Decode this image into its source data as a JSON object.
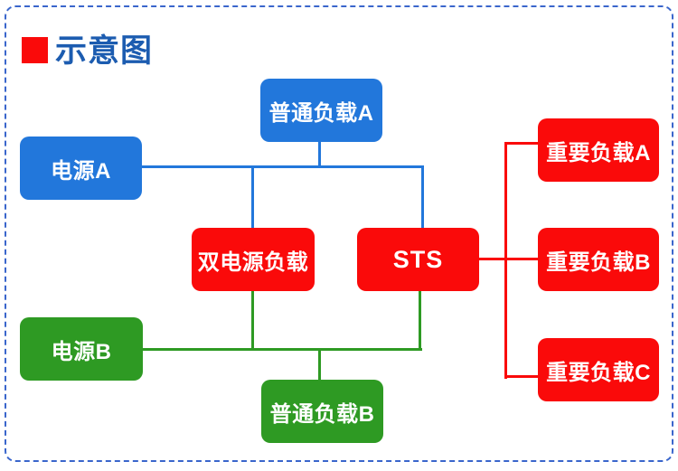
{
  "title": {
    "label": "示意图"
  },
  "nodes": {
    "normal_load_a": {
      "label": "普通负载A",
      "color": "blue"
    },
    "power_a": {
      "label": "电源A",
      "color": "blue"
    },
    "dual_power_load": {
      "label": "双电源负载",
      "color": "red"
    },
    "sts": {
      "label": "STS",
      "color": "red"
    },
    "power_b": {
      "label": "电源B",
      "color": "green"
    },
    "normal_load_b": {
      "label": "普通负载B",
      "color": "green"
    },
    "important_load_a": {
      "label": "重要负载A",
      "color": "red"
    },
    "important_load_b": {
      "label": "重要负载B",
      "color": "red"
    },
    "important_load_c": {
      "label": "重要负载C",
      "color": "red"
    }
  },
  "edges": [
    {
      "from": "power_a",
      "to": "normal_load_a",
      "color": "blue"
    },
    {
      "from": "power_a",
      "to": "dual_power_load",
      "color": "blue"
    },
    {
      "from": "power_a",
      "to": "sts",
      "color": "blue"
    },
    {
      "from": "power_b",
      "to": "dual_power_load",
      "color": "green"
    },
    {
      "from": "power_b",
      "to": "sts",
      "color": "green"
    },
    {
      "from": "power_b",
      "to": "normal_load_b",
      "color": "green"
    },
    {
      "from": "sts",
      "to": "important_load_a",
      "color": "red"
    },
    {
      "from": "sts",
      "to": "important_load_b",
      "color": "red"
    },
    {
      "from": "sts",
      "to": "important_load_c",
      "color": "red"
    }
  ],
  "colors": {
    "blue": "#2277db",
    "green": "#2e9a23",
    "red": "#fa0a0a",
    "title_text": "#1c5cb0",
    "border": "#3a66cc"
  }
}
